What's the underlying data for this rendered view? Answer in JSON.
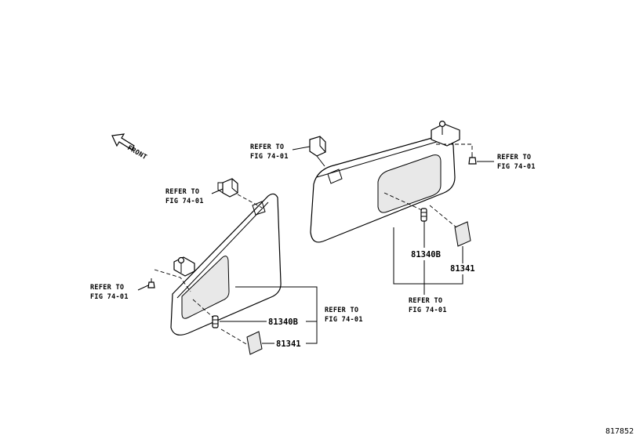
{
  "direction": {
    "label": "FRONT"
  },
  "left_visor": {
    "ref_holder": {
      "line1": "REFER TO",
      "line2": "FIG 74-01"
    },
    "ref_clip": {
      "line1": "REFER TO",
      "line2": "FIG 74-01"
    },
    "ref_group": {
      "line1": "REFER TO",
      "line2": "FIG 74-01"
    },
    "part_lamp": "81340B",
    "part_lens": "81341"
  },
  "right_visor": {
    "ref_holder": {
      "line1": "REFER TO",
      "line2": "FIG 74-01"
    },
    "ref_clip": {
      "line1": "REFER TO",
      "line2": "FIG 74-01"
    },
    "ref_group": {
      "line1": "REFER TO",
      "line2": "FIG 74-01"
    },
    "part_lamp": "81340B",
    "part_lens": "81341"
  },
  "illustration_number": "817852"
}
